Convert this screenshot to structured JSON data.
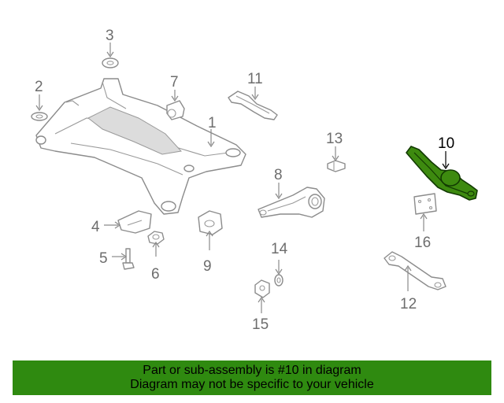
{
  "callouts": {
    "c1": "1",
    "c2": "2",
    "c3": "3",
    "c4": "4",
    "c5": "5",
    "c6": "6",
    "c7": "7",
    "c8": "8",
    "c9": "9",
    "c10": "10",
    "c11": "11",
    "c12": "12",
    "c13": "13",
    "c14": "14",
    "c15": "15",
    "c16": "16"
  },
  "highlighted_part": "10",
  "colors": {
    "highlight": "#3d8a0f",
    "banner": "#2f8a10",
    "line_art": "#8c8c8c"
  },
  "banner": {
    "line1": "Part or sub-assembly is #10 in diagram",
    "line2": "Diagram may not be specific to your vehicle"
  }
}
